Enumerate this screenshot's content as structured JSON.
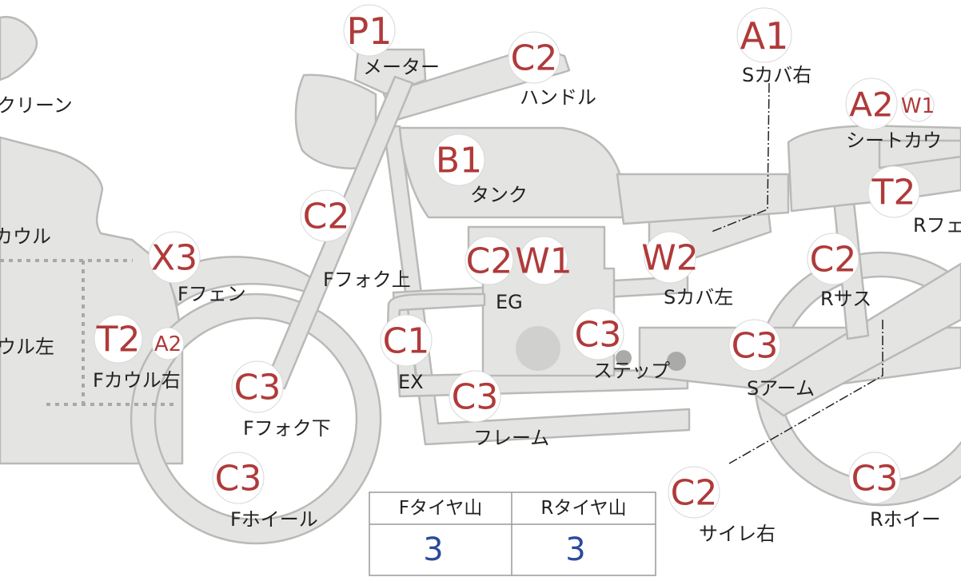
{
  "colors": {
    "part_fill": "#e4e4e2",
    "part_stroke": "#b9b9b7",
    "badge_fill": "#ffffff",
    "badge_text": "#b03a3a",
    "label_text": "#222222",
    "table_value": "#2a4a9a"
  },
  "badges": [
    {
      "id": "p1",
      "code": "P1"
    },
    {
      "id": "c2-handle",
      "code": "C2"
    },
    {
      "id": "a1",
      "code": "A1"
    },
    {
      "id": "a2-seat",
      "code": "A2"
    },
    {
      "id": "w1-seat",
      "code": "W1"
    },
    {
      "id": "b1",
      "code": "B1"
    },
    {
      "id": "c2-fork-upper",
      "code": "C2"
    },
    {
      "id": "x3",
      "code": "X3"
    },
    {
      "id": "c2-eg",
      "code": "C2"
    },
    {
      "id": "w1-eg",
      "code": "W1"
    },
    {
      "id": "w2",
      "code": "W2"
    },
    {
      "id": "t2-rear",
      "code": "T2"
    },
    {
      "id": "c2-rear-sus",
      "code": "C2"
    },
    {
      "id": "c1",
      "code": "C1"
    },
    {
      "id": "c3-step",
      "code": "C3"
    },
    {
      "id": "c3-swingarm",
      "code": "C3"
    },
    {
      "id": "t2-front-cowl",
      "code": "T2"
    },
    {
      "id": "a2-front-cowl",
      "code": "A2"
    },
    {
      "id": "c3-fork-lower",
      "code": "C3"
    },
    {
      "id": "c3-frame",
      "code": "C3"
    },
    {
      "id": "c3-front-wheel",
      "code": "C3"
    },
    {
      "id": "c2-silencer",
      "code": "C2"
    },
    {
      "id": "c3-rear-wheel",
      "code": "C3"
    }
  ],
  "labels": {
    "screen": "クリーン",
    "meter": "メーター",
    "handle": "ハンドル",
    "side_cover_right": "Sカバ右",
    "seat_cowl": "シートカウ",
    "tank": "タンク",
    "cowl": "カウル",
    "front_fender": "Fフェン",
    "fork_upper": "Fフォク上",
    "eg": "EG",
    "side_cover_left": "Sカバ左",
    "rear_fender": "Rフェ",
    "rear_sus": "Rサス",
    "cowl_left": "ウル左",
    "front_cowl_right": "Fカウル右",
    "ex": "EX",
    "step": "ステップ",
    "swingarm": "Sアーム",
    "fork_lower": "Fフォク下",
    "frame": "フレーム",
    "front_wheel": "Fホイール",
    "silencer_right": "サイレ右",
    "rear_wheel": "Rホイー"
  },
  "tire_table": {
    "front_header": "Fタイヤ山",
    "rear_header": "Rタイヤ山",
    "front_value": "3",
    "rear_value": "3"
  }
}
